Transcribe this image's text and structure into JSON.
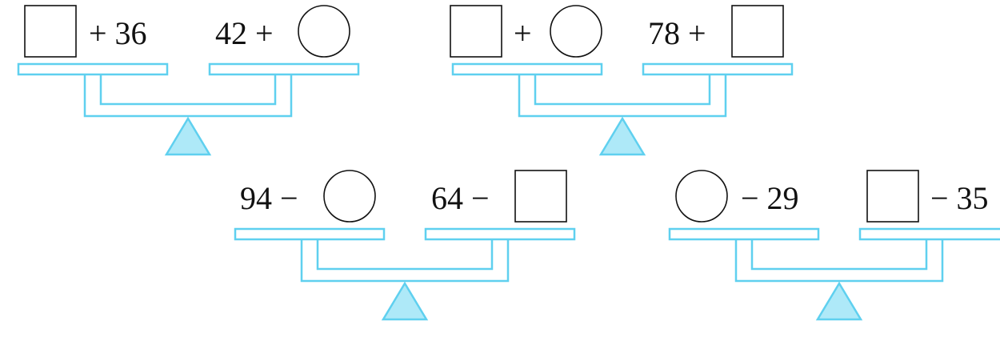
{
  "colors": {
    "scale": "#5fd0ef",
    "triangle_fill": "#aee9f8",
    "ink": "#111111"
  },
  "shape_names": [
    "square",
    "circle"
  ],
  "scales": [
    {
      "left_pan": [
        {
          "kind": "shape",
          "shape": "square"
        },
        {
          "kind": "text",
          "text": "+ 36"
        }
      ],
      "right_pan": [
        {
          "kind": "text",
          "text": "42 +"
        },
        {
          "kind": "shape",
          "shape": "circle"
        }
      ]
    },
    {
      "left_pan": [
        {
          "kind": "shape",
          "shape": "square"
        },
        {
          "kind": "text",
          "text": "+"
        },
        {
          "kind": "shape",
          "shape": "circle"
        }
      ],
      "right_pan": [
        {
          "kind": "text",
          "text": "78 +"
        },
        {
          "kind": "shape",
          "shape": "square"
        }
      ]
    },
    {
      "left_pan": [
        {
          "kind": "text",
          "text": "94 −"
        },
        {
          "kind": "shape",
          "shape": "circle"
        }
      ],
      "right_pan": [
        {
          "kind": "text",
          "text": "64 −"
        },
        {
          "kind": "shape",
          "shape": "square"
        }
      ]
    },
    {
      "left_pan": [
        {
          "kind": "shape",
          "shape": "circle"
        },
        {
          "kind": "text",
          "text": "− 29"
        }
      ],
      "right_pan": [
        {
          "kind": "shape",
          "shape": "square"
        },
        {
          "kind": "text",
          "text": "− 35"
        }
      ]
    }
  ]
}
